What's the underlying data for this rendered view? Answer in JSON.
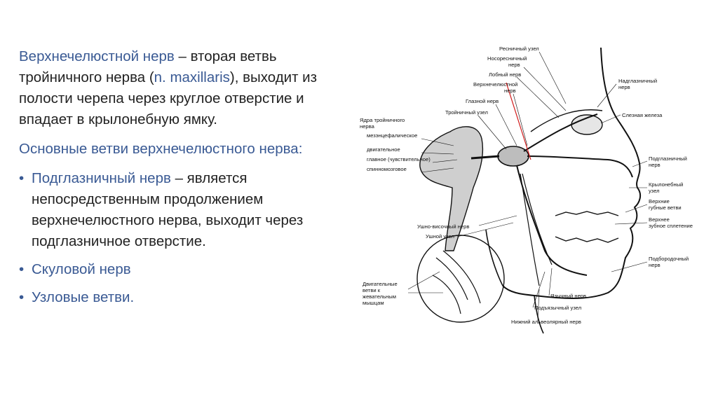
{
  "intro": {
    "term": "Верхнечелюстной нерв",
    "text1": " – вторая ветвь тройничного нерва (",
    "latin": "n. maxillaris",
    "text2": "), выходит из полости черепа через круглое отверстие и впадает в крылонебную ямку."
  },
  "heading": "Основные ветви верхнечелюстного нерва:",
  "bullets": [
    {
      "term": "Подглазничный нерв",
      "text": " – является непосредственным продолжением верхнечелюстного нерва, выходит через подглазничное отверстие."
    },
    {
      "term": "Скуловой нерв",
      "text": ""
    },
    {
      "term": "Узловые ветви.",
      "text": ""
    }
  ],
  "bullet_symbol": "•",
  "figure": {
    "labels_top": [
      "Ресничный узел",
      "Носоресничный",
      "нерв",
      "Лобный нерв",
      "Верхнечелюстной",
      "нерв",
      "Глазной нерв",
      "Тройничный узел"
    ],
    "labels_left": [
      "Ядра тройничного",
      "нерва",
      "мезэнцефалическое",
      "двигательное",
      "главное (чувствительное)",
      "спинномозговое"
    ],
    "labels_right": [
      "Надглазничный",
      "нерв",
      "Слезная железа",
      "Подглазничный",
      "нерв",
      "Крылонебный",
      "узел",
      "Верхние",
      "губные ветви",
      "Верхнее",
      "зубное сплетение",
      "Подбородочный",
      "нерв"
    ],
    "labels_bottom_left": [
      "Ушно-височный нерв",
      "Ушной узел",
      "Двигательные",
      "ветви к",
      "жевательным",
      "мышцам"
    ],
    "labels_bottom": [
      "Язычный нерв",
      "Подъязычный узел",
      "Нижний альвеолярный нерв"
    ]
  },
  "colors": {
    "accent": "#3a5a94",
    "text": "#222222",
    "highlight_line": "#d11a1a"
  }
}
